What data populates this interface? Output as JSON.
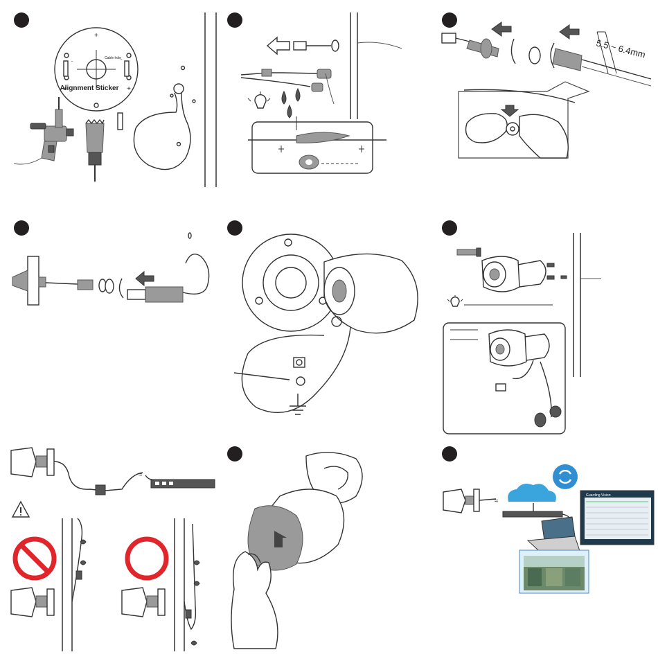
{
  "panel1": {
    "sticker_title": "Alignment Sticker",
    "sticker_sub": "Cable hole"
  },
  "panel3": {
    "measure": "5.5 ~ 6.4mm"
  },
  "panel6": {
    "hint_a": "",
    "hint_b": ""
  },
  "panel9": {
    "app_title": "Guarding Vision"
  },
  "colors": {
    "ink": "#231f20",
    "prohibit_red": "#e0262b",
    "cloud_blue": "#3aa5dc",
    "sync_blue": "#2f8fd0",
    "app_dark": "#1f3a4c"
  }
}
